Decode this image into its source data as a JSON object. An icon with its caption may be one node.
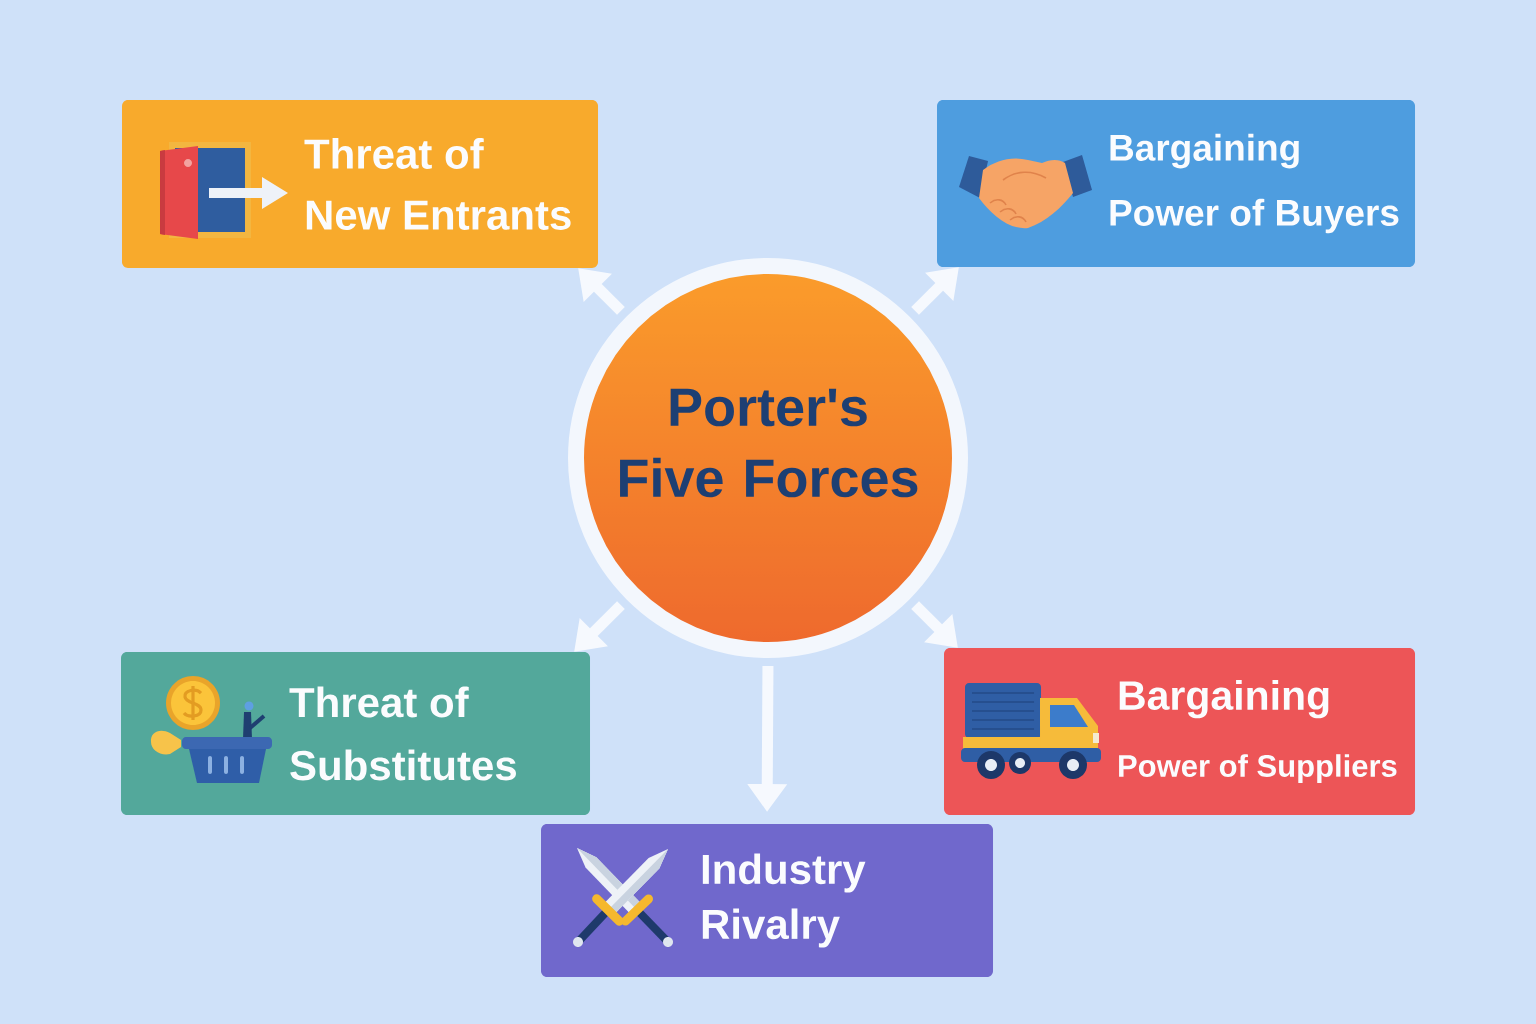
{
  "diagram": {
    "nodes": [
      {
        "text": [
          "Threat of New Entrants"
        ]
      },
      {
        "text": [
          "Bargaining Power of Buyers"
        ]
      },
      {
        "text": [
          "Porter's Five Forces"
        ]
      },
      {
        "text": [
          "Threat of Substitutes"
        ]
      },
      {
        "text": [
          "Bargaining",
          "Power of Suppliers"
        ]
      },
      {
        "text": [
          "Industry Rivalry"
        ]
      }
    ],
    "edges": [
      {
        "from": 2,
        "to": 0,
        "arrow": "to"
      },
      {
        "from": 2,
        "to": 1,
        "arrow": "to"
      },
      {
        "from": 2,
        "to": 3,
        "arrow": "to"
      },
      {
        "from": 2,
        "to": 4,
        "arrow": "to"
      },
      {
        "from": 2,
        "to": 5,
        "arrow": "to"
      }
    ]
  }
}
